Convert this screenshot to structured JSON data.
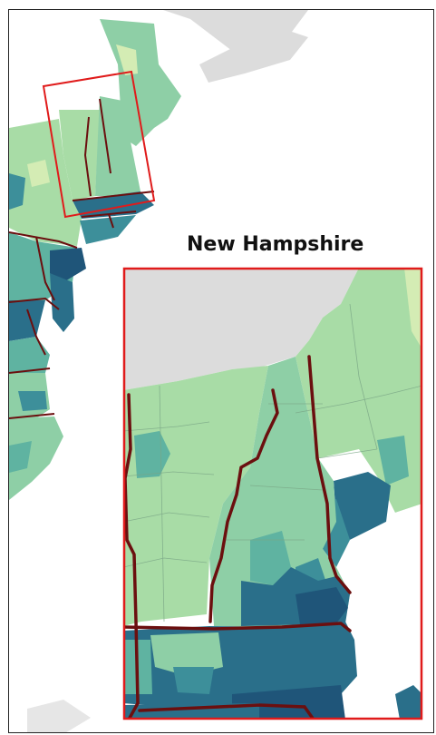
{
  "inset": {
    "title": "New Hampshire"
  },
  "colors": {
    "land_gray": "#dcdcdc",
    "water": "#ffffff",
    "very_light": "#d4ecb4",
    "light": "#a8dca6",
    "light_mid": "#8ecfa6",
    "mid": "#5fb3a1",
    "mid_dark": "#3d8f9a",
    "dark": "#2a6f8a",
    "darkest": "#1f5579",
    "state_border": "#6b0f0f",
    "county_border": "#7aa686",
    "highlight_box": "#e01b1b"
  },
  "icons": [
    "map-overview",
    "inset-map",
    "highlight-rectangle"
  ]
}
